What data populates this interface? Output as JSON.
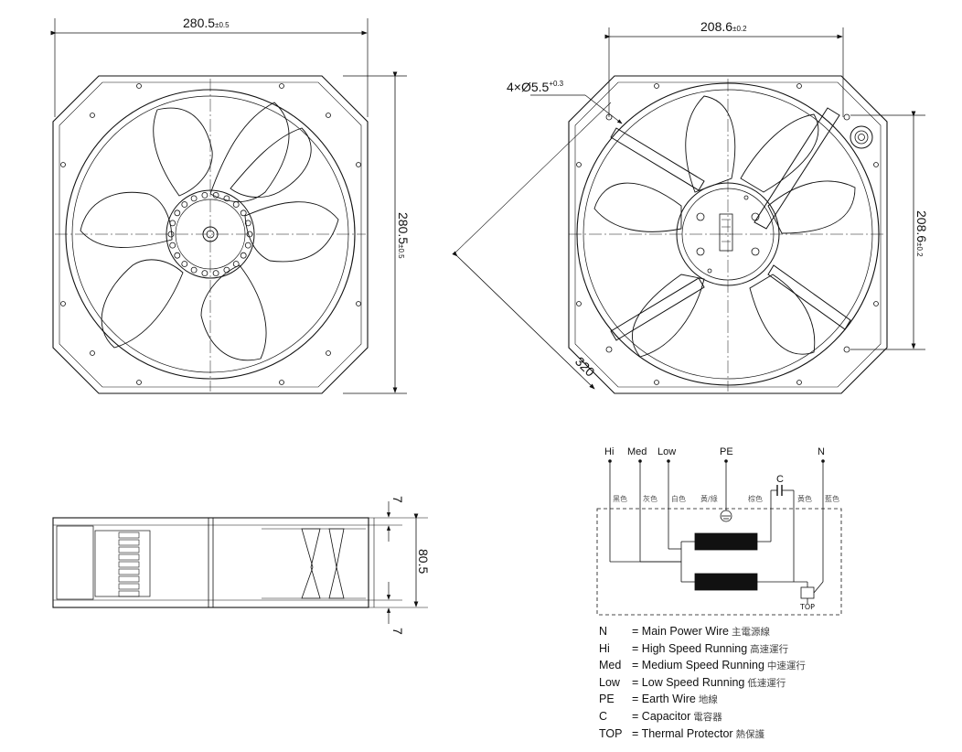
{
  "front_view": {
    "width_dim": "280.5",
    "width_tol": "±0.5",
    "height_dim": "280.5",
    "height_tol": "±0.5"
  },
  "rear_view": {
    "hole_spec": "4×Ø5.5",
    "hole_tol": "+0.3",
    "width_dim": "208.6",
    "width_tol": "±0.2",
    "height_dim": "208.6",
    "height_tol": "±0.2",
    "diagonal_dim": "320"
  },
  "side_view": {
    "depth_dim": "80.5",
    "flange_top": "7",
    "flange_bottom": "7"
  },
  "wiring": {
    "terminals": [
      "Hi",
      "Med",
      "Low",
      "PE",
      "N"
    ],
    "wire_colors": [
      "黑色",
      "灰色",
      "白色",
      "黃/綠",
      "棕色",
      "黃色",
      "藍色"
    ],
    "capacitor_label": "C",
    "protector_label": "TOP"
  },
  "legend": [
    {
      "key": "N",
      "sep": "=",
      "desc": "Main Power Wire",
      "cn": "主電源線"
    },
    {
      "key": "Hi",
      "sep": "=",
      "desc": "High Speed Running",
      "cn": "高速運行"
    },
    {
      "key": "Med",
      "sep": "=",
      "desc": "Medium Speed Running",
      "cn": "中速運行"
    },
    {
      "key": "Low",
      "sep": "=",
      "desc": "Low Speed Running",
      "cn": "低速運行"
    },
    {
      "key": "PE",
      "sep": "=",
      "desc": "Earth Wire",
      "cn": "地線"
    },
    {
      "key": "C",
      "sep": "=",
      "desc": "Capacitor",
      "cn": "電容器"
    },
    {
      "key": "TOP",
      "sep": "=",
      "desc": "Thermal Protector",
      "cn": "熱保護"
    }
  ]
}
